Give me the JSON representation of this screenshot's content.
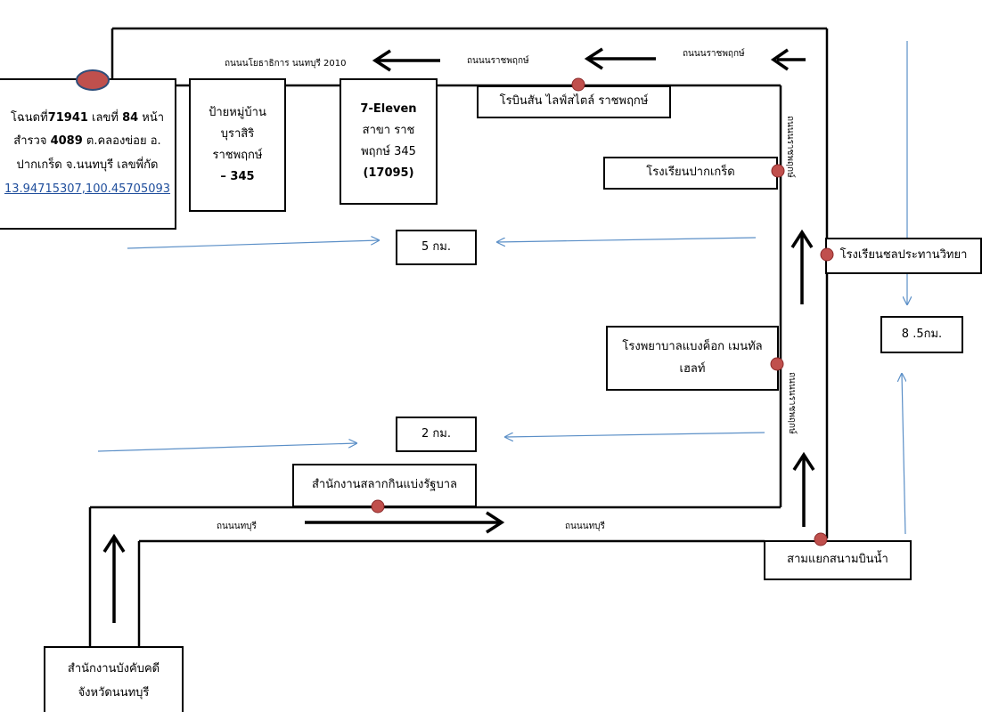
{
  "roads": {
    "top_left": "ถนนนโยธาธิการ นนทบุรี 2010",
    "top_mid": "ถนนนราชพฤกษ์",
    "top_right": "ถนนนราชพฤกษ์",
    "right_upper": "ถนนนราชพฤกษ์",
    "right_lower": "ถนนนราชพฤกษ์",
    "bottom_left": "ถนนนทบุรี",
    "bottom_right": "ถนนนทบุรี"
  },
  "places": {
    "land_line1_prefix": "โฉนดที่",
    "land_line1_num": "71941",
    "land_line1_mid": " เลขที่ ",
    "land_line1_num2": "84",
    "land_line1_suffix": " หน้า",
    "land_line2_prefix": "สำรวจ ",
    "land_line2_num": "4089",
    "land_line2_suffix": " ต.คลองข่อย อ.",
    "land_line3": "ปากเกร็ด จ.นนทบุรี เลขพี่กัด",
    "land_coords": "13.94715307,100.45705093",
    "village_line1": "ป้ายหมู่บ้าน",
    "village_line2": "บุราสิริ",
    "village_line3": "ราชพฤกษ์",
    "village_line4": "– 345",
    "seven_line1": "7-Eleven",
    "seven_line2": "สาขา ราช",
    "seven_line3": "พฤกษ์ 345",
    "seven_line4": "(17095)",
    "robinson": "โรบินสัน ไลฟ์สไตล์ ราชพฤกษ์",
    "school_pakkret": "โรงเรียนปากเกร็ด",
    "school_chon": "โรงเรียนชลประทานวิทยา",
    "hospital_line1": "โรงพยาบาลแบงค็อก เมนทัล",
    "hospital_line2": "เฮลท์",
    "lottery": "สำนักงานสลากกินแบ่งรัฐบาล",
    "junction": "สามแยกสนามบินน้ำ",
    "office_line1": "สำนักงานบังคับคดี",
    "office_line2": "จังหวัดนนทบุรี"
  },
  "distances": {
    "d5": "5 กม.",
    "d2": "2 กม.",
    "d85": "8 .5กม."
  },
  "colors": {
    "road": "#000000",
    "marker_fill": "#c0504d",
    "marker_stroke": "#8b2a2a",
    "thin_arrow": "#5b8fc7",
    "link": "#1f4e9c"
  }
}
